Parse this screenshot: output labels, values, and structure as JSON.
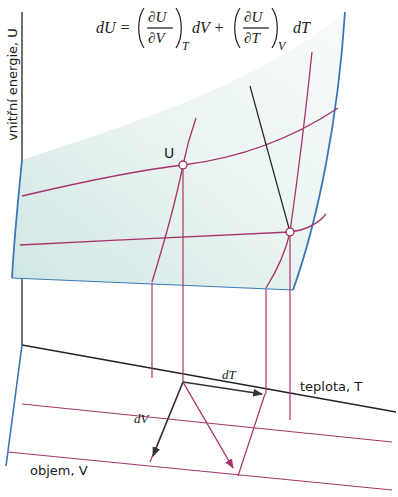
{
  "diagram": {
    "labels": [
      "vnitřní energie, U",
      "dU =",
      "∂U",
      "∂V",
      "T",
      "dV +",
      "∂U",
      "∂T",
      "V",
      "dT",
      "U",
      "dT",
      "teplota, T",
      "dV",
      "objem, V"
    ]
  }
}
